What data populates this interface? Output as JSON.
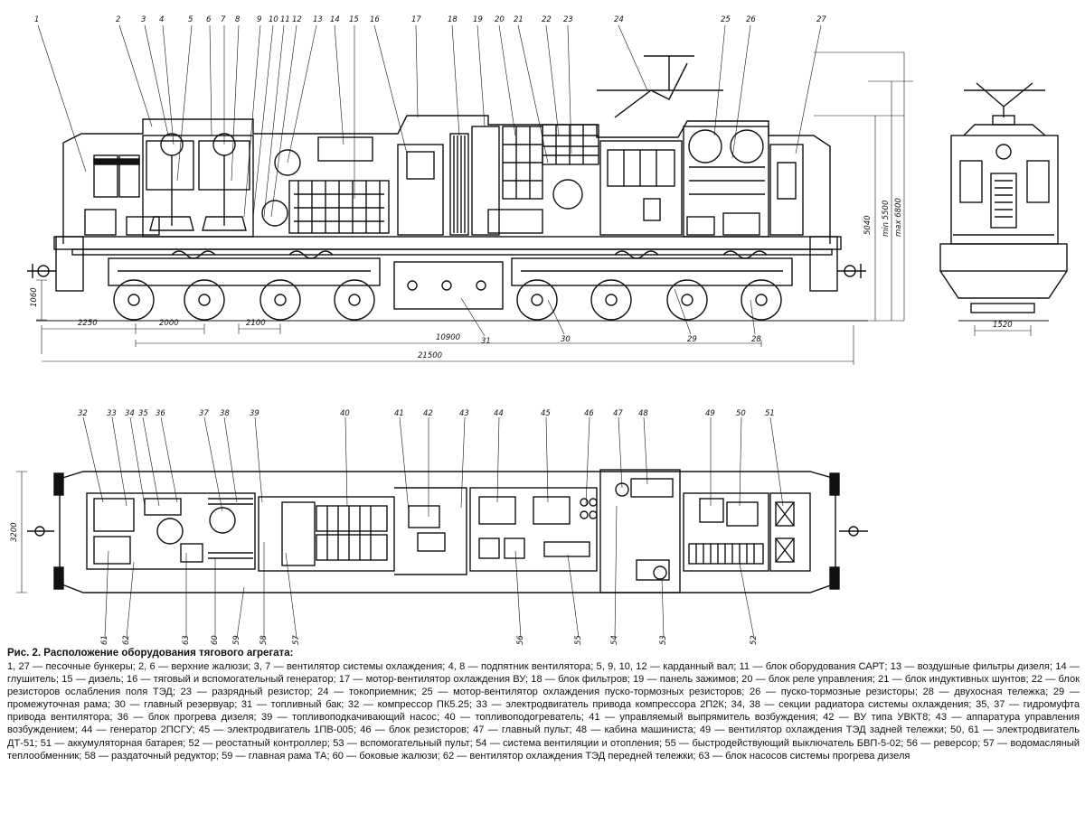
{
  "top_numbers": [
    "1",
    "2",
    "3",
    "4",
    "5",
    "6",
    "7",
    "8",
    "9",
    "10",
    "11",
    "12",
    "13",
    "14",
    "15",
    "16",
    "17",
    "18",
    "19",
    "20",
    "21",
    "22",
    "23",
    "24",
    "25",
    "26",
    "27"
  ],
  "top_bottom_numbers": [
    "31",
    "30",
    "29",
    "28"
  ],
  "side_dimensions": [
    "1060",
    "2250",
    "2000",
    "2100",
    "10900",
    "21500"
  ],
  "front_dimensions": [
    "5040",
    "min 5500",
    "max 6800",
    "1520"
  ],
  "plan_top_numbers": [
    "32",
    "33",
    "34",
    "35",
    "36",
    "37",
    "38",
    "39",
    "40",
    "41",
    "42",
    "43",
    "44",
    "45",
    "46",
    "47",
    "48",
    "49",
    "50",
    "51"
  ],
  "plan_bottom_numbers": [
    "61",
    "62",
    "63",
    "60",
    "59",
    "58",
    "57",
    "56",
    "55",
    "54",
    "53",
    "52"
  ],
  "plan_dimension": "3200",
  "caption": {
    "title": "Рис. 2. Расположение оборудования тягового агрегата:",
    "text": "1, 27 — песочные бункеры; 2, 6 — верхние жалюзи; 3, 7 — вентилятор системы охлаждения; 4, 8 — подпятник вентилятора; 5, 9, 10, 12 — карданный вал; 11 — блок оборудования САРТ; 13 — воздушные фильтры дизеля; 14 — глушитель; 15 — дизель; 16 — тяговый и вспомогательный генератор; 17 — мотор-вентилятор охлаждения ВУ; 18 — блок фильтров; 19 — панель зажимов; 20 — блок реле управления; 21 — блок индуктивных шунтов; 22 — блок резисторов ослабления поля ТЭД; 23 — разрядный резистор; 24 — токоприемник; 25 — мотор-вентилятор охлаждения пуско-тормозных резисторов; 26 — пуско-тормозные резисторы; 28 — двухосная тележка; 29 — промежуточная рама; 30 — главный резервуар; 31 — топливный бак; 32 — компрессор ПК5.25; 33 — электродвигатель привода компрессора 2П2К; 34, 38 — секции радиатора системы охлаждения; 35, 37 — гидромуфта привода вентилятора; 36 — блок прогрева дизеля; 39 — топливоподкачивающий насос; 40 — топливоподогреватель; 41 — управляемый выпрямитель возбуждения; 42 — ВУ типа УВКТ8; 43 — аппаратура управления возбуждением; 44 — генератор 2ПСГУ; 45 — электродвигатель 1ПВ-005; 46 — блок резисторов; 47 — главный пульт; 48 — кабина машиниста; 49 — вентилятор охлаждения ТЭД задней тележки; 50, 61 — электродвигатель ДТ-51; 51 — аккумуляторная батарея; 52 — реостатный контроллер; 53 — вспомогательный пульт; 54 — система вентиляции и отопления; 55 — быстродействующий выключатель БВП-5-02; 56 — реверсор; 57 — водомасляный теплообменник; 58 — раздаточный редуктор; 59 — главная рама ТА; 60 — боковые жалюзи; 62 — вентилятор охлаждения ТЭД передней тележки; 63 — блок насосов системы прогрева дизеля"
  }
}
